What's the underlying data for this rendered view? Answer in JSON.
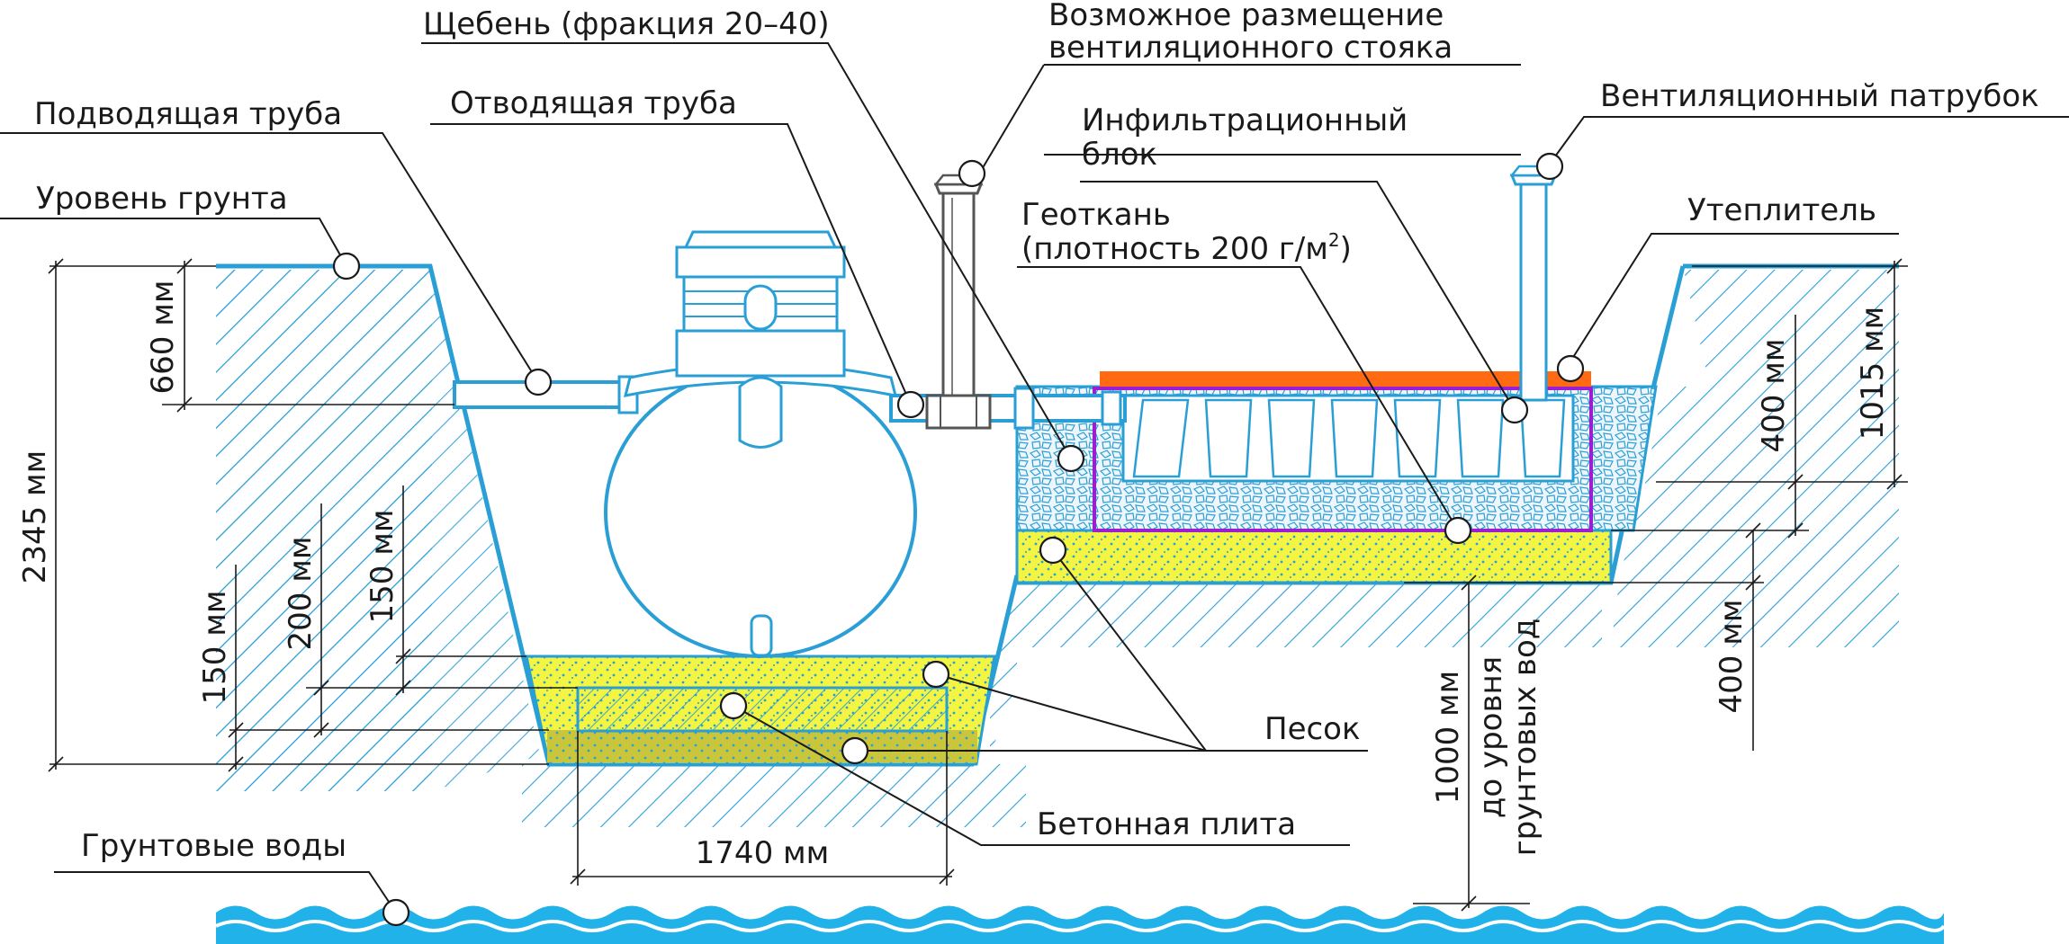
{
  "labels": {
    "inlet_pipe": "Подводящая труба",
    "ground_level": "Уровень грунта",
    "gravel": "Щебень (фракция 20–40)",
    "outlet_pipe": "Отводящая труба",
    "vent_riser_line1": "Возможное размещение",
    "vent_riser_line2": "вентиляционного стояка",
    "infiltration_block_line1": "Инфильтрационный",
    "infiltration_block_line2": "блок",
    "geotextile_line1": "Геоткань",
    "geotextile_line2": "(плотность 200 г/м",
    "geotextile_sup": "2",
    "geotextile_close": ")",
    "vent_pipe": "Вентиляционный патрубок",
    "insulation": "Утеплитель",
    "sand": "Песок",
    "concrete_slab": "Бетонная плита",
    "groundwater": "Грунтовые воды"
  },
  "dimensions": {
    "total_depth": "2345 мм",
    "inlet_depth": "660 мм",
    "d200": "200 мм",
    "d150_a": "150 мм",
    "d150_b": "150 мм",
    "slab_width": "1740 мм",
    "d400_top": "400 мм",
    "d1015": "1015 мм",
    "d400_bottom": "400 мм",
    "gw_line1": "1000 мм",
    "gw_line2": "до уровня",
    "gw_line3": "грунтовых вод"
  },
  "colors": {
    "outline": "#2a9fd6",
    "sand": "#f3f542",
    "sand_dark": "#c9c63b",
    "insulation": "#ff6a13",
    "geotextile": "#9b1fd0",
    "water": "#20b2e8",
    "vent_riser": "#6f6f6f"
  }
}
